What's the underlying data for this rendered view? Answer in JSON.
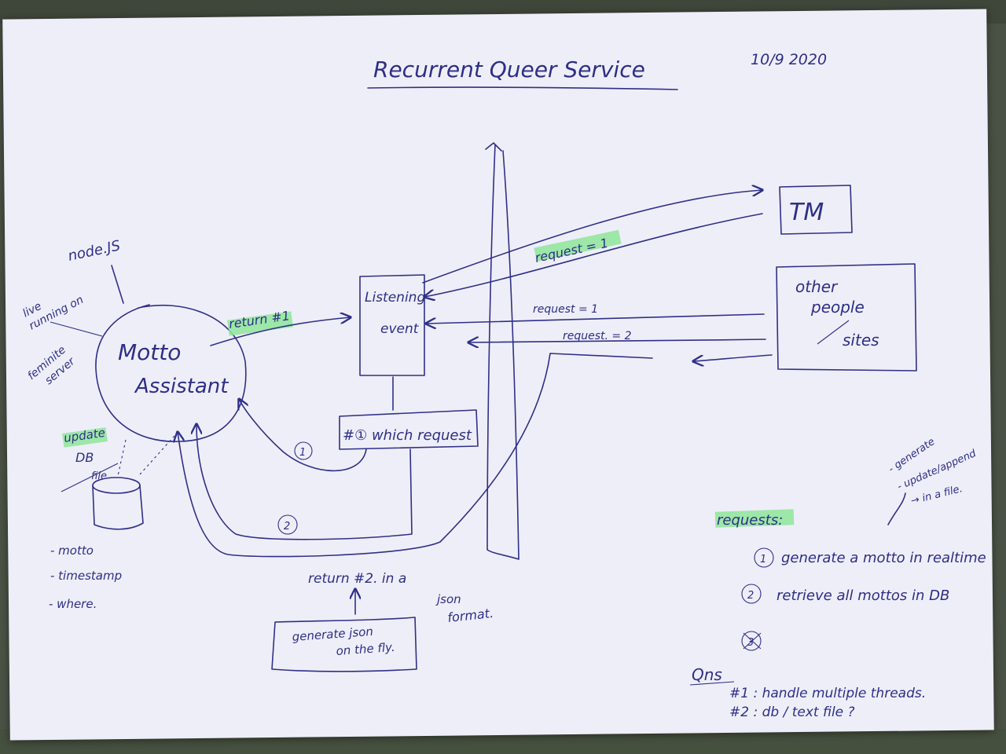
{
  "header": {
    "title": "Recurrent Queer Service",
    "date": "10/9 2020"
  },
  "left": {
    "nodejs": "node.JS",
    "live_running_1": "live",
    "live_running_2": "running on",
    "feminite_server_1": "feminite",
    "feminite_server_2": "server",
    "motto_1": "Motto",
    "motto_2": "Assistant",
    "update_db_1": "update",
    "update_db_2": "DB",
    "update_db_3": "file",
    "fields": [
      "- motto",
      "- timestamp",
      "- where."
    ]
  },
  "center": {
    "return1": "return #1",
    "listening_1": "Listening",
    "listening_2": "event",
    "which_request": "#① which request",
    "circle1": "1",
    "circle2": "2",
    "return2_1": "return #2. in a",
    "return2_2": "json",
    "return2_3": "format.",
    "generate_1": "generate json",
    "generate_2": "on the fly."
  },
  "right": {
    "tm": "TM",
    "request1_top": "request = 1",
    "request1_mid": "request = 1",
    "request2": "request. = 2",
    "other_1": "other",
    "other_2": "people",
    "other_3": "sites"
  },
  "requests": {
    "heading": "requests:",
    "items": [
      {
        "num": "1",
        "text": "generate a motto in realtime"
      },
      {
        "num": "2",
        "text": "retrieve all mottos in DB"
      },
      {
        "num": "3",
        "text": ""
      }
    ],
    "note": [
      "- generate",
      "- update/append",
      "→ in a file."
    ]
  },
  "qns": {
    "heading": "Qns",
    "items": [
      "#1 : handle multiple threads.",
      "#2 : db / text file ?"
    ]
  },
  "colors": {
    "ink": "#2d2f86",
    "highlight": "#8ee59a",
    "paper": "#eeeef8",
    "table": "#4a5245"
  }
}
